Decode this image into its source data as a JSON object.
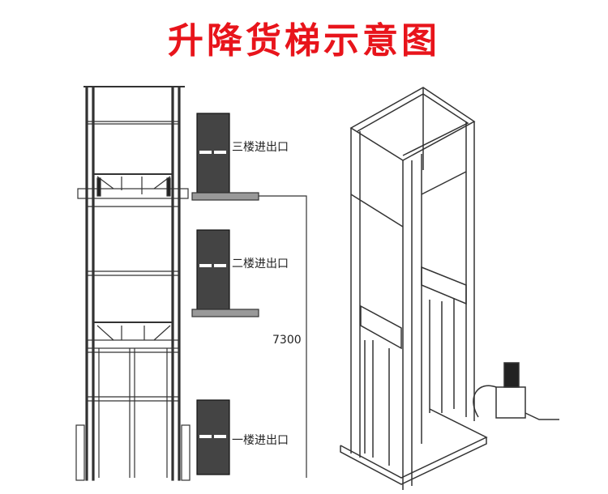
{
  "title": "升降货梯示意图",
  "labels": {
    "floor3": "三楼进出口",
    "floor2": "二楼进出口",
    "floor1": "一楼进出口"
  },
  "dimension": "7300",
  "colors": {
    "title": "#e8141b",
    "line": "#333333"
  }
}
